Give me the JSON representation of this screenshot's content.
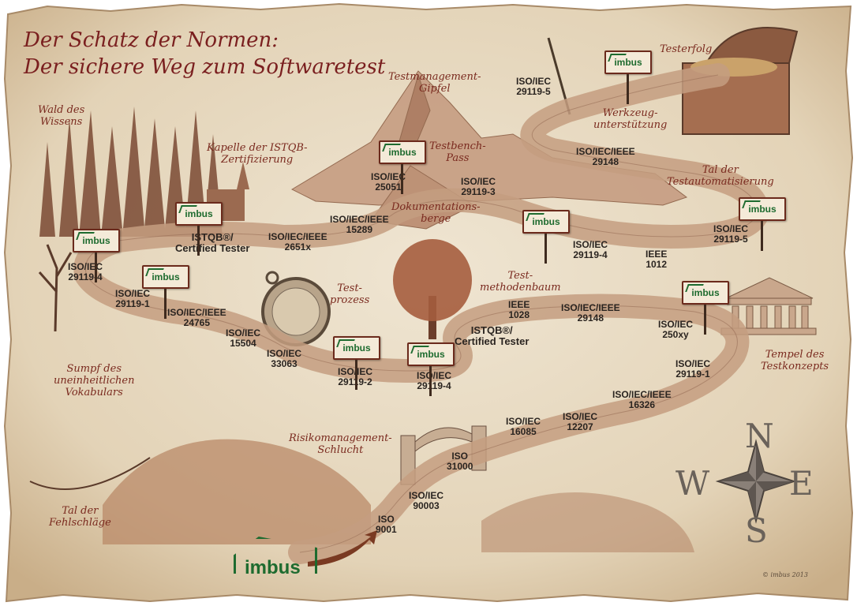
{
  "title": {
    "line1": "Der Schatz der Normen:",
    "line2": "Der sichere Weg zum Softwaretest"
  },
  "places": {
    "wald": [
      "Wald des",
      "Wissens"
    ],
    "kapelle": [
      "Kapelle der ISTQB-",
      "Zertifizierung"
    ],
    "gipfel": [
      "Testmanagement-",
      "Gipfel"
    ],
    "testbench": [
      "Testbench-",
      "Pass"
    ],
    "testerfolg": [
      "Testerfolg"
    ],
    "werkzeug": [
      "Werkzeug-",
      "unterstützung"
    ],
    "dokumentation": [
      "Dokumentations-",
      "berge"
    ],
    "testautomatisierung": [
      "Tal der",
      "Testautomatisierung"
    ],
    "testprozess": [
      "Test-",
      "prozess"
    ],
    "methodenbaum": [
      "Test-",
      "methodenbaum"
    ],
    "tempel": [
      "Tempel des",
      "Testkonzepts"
    ],
    "sumpf": [
      "Sumpf des",
      "uneinheitlichen",
      "Vokabulars"
    ],
    "risiko": [
      "Risikomanagement-",
      "Schlucht"
    ],
    "fehlschlaege": [
      "Tal der",
      "Fehlschläge"
    ]
  },
  "standards": {
    "s1": [
      "ISO",
      "9001"
    ],
    "s2": [
      "ISO/IEC",
      "90003"
    ],
    "s3": [
      "ISO",
      "31000"
    ],
    "s4": [
      "ISO/IEC",
      "16085"
    ],
    "s5": [
      "ISO/IEC",
      "12207"
    ],
    "s6": [
      "ISO/IEC/IEEE",
      "16326"
    ],
    "s7": [
      "ISO/IEC",
      "29119-1"
    ],
    "s8": [
      "ISO/IEC",
      "250xy"
    ],
    "s9": [
      "ISO/IEC/IEEE",
      "29148"
    ],
    "s10": [
      "IEEE",
      "1028"
    ],
    "s11": [
      "ISTQB®/",
      "Certified Tester"
    ],
    "s12": [
      "ISO/IEC",
      "29119-4"
    ],
    "s13": [
      "ISO/IEC",
      "29119-2"
    ],
    "s14": [
      "ISO/IEC",
      "33063"
    ],
    "s15": [
      "ISO/IEC",
      "15504"
    ],
    "s16": [
      "ISO/IEC/IEEE",
      "24765"
    ],
    "s17": [
      "ISO/IEC",
      "29119-1"
    ],
    "s18": [
      "ISO/IEC",
      "29119-4"
    ],
    "s19": [
      "ISTQB®/",
      "Certified Tester"
    ],
    "s20": [
      "ISO/IEC/IEEE",
      "2651x"
    ],
    "s21": [
      "ISO/IEC/IEEE",
      "15289"
    ],
    "s22": [
      "ISO/IEC",
      "25051"
    ],
    "s23": [
      "ISO/IEC",
      "29119-3"
    ],
    "s24": [
      "ISO/IEC",
      "29119-4"
    ],
    "s25": [
      "IEEE",
      "1012"
    ],
    "s26": [
      "ISO/IEC",
      "29119-5"
    ],
    "s27": [
      "ISO/IEC/IEEE",
      "29148"
    ],
    "s28": [
      "ISO/IEC",
      "29119-5"
    ]
  },
  "brand": {
    "sign_label": "imbus",
    "logo_label": "imbus"
  },
  "compass": {
    "north": "N",
    "east": "E",
    "south": "S",
    "west": "W"
  },
  "copyright": "© imbus 2013",
  "colors": {
    "parchment": "#e9dcc4",
    "road": "#c9a587",
    "ink": "#7a2a1f",
    "brand_green": "#1e6b2f"
  }
}
